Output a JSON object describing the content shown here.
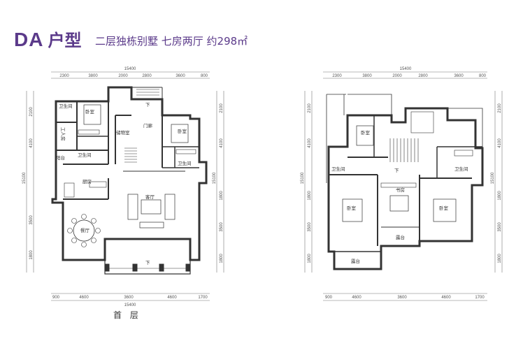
{
  "header": {
    "plan_code": "DA",
    "plan_type": "户型",
    "description": "二层独栋别墅 七房两厅 约298㎡"
  },
  "first_floor": {
    "label": "首 层",
    "top_total": "15400",
    "top_dims": [
      "2300",
      "3800",
      "2000",
      "2800",
      "3600",
      "800"
    ],
    "bottom_total": "15400",
    "bottom_dims": [
      "900",
      "4600",
      "3600",
      "4600",
      "1700"
    ],
    "left_dims": [
      "2100",
      "4100",
      "3500",
      "1800"
    ],
    "left_total": "15100",
    "right_dims": [
      "2100",
      "4100",
      "1800",
      "3500",
      "1800"
    ],
    "right_total": "15100",
    "rooms": {
      "wc_top": "卫生间",
      "bedroom_nw": "卧室",
      "worker_room": "工人房",
      "storage": "储物室",
      "down_stair": "下",
      "foyer": "门廊",
      "bedroom_ne": "卧室",
      "balcony": "阳台",
      "wc_mid": "卫生间",
      "wc_ne": "卫生间",
      "kitchen": "厨房",
      "living": "客厅",
      "dining": "餐厅",
      "down_porch": "下"
    }
  },
  "second_floor": {
    "top_total": "15400",
    "top_dims": [
      "2300",
      "3800",
      "2000",
      "2800",
      "3600",
      "800"
    ],
    "bottom_dims": [
      "900",
      "4600",
      "3600",
      "4600",
      "1700"
    ],
    "left_dims": [
      "2100",
      "4100",
      "1800",
      "3500",
      "1800"
    ],
    "left_total": "15100",
    "right_dims": [
      "2100",
      "4100",
      "1800",
      "3500",
      "1800"
    ],
    "right_total": "15100",
    "rooms": {
      "bedroom_n": "卧室",
      "wc_w": "卫生间",
      "down_stair": "下",
      "wc_e": "卫生间",
      "study": "书房",
      "bedroom_sw": "卧室",
      "bedroom_se": "卧室",
      "terrace_mid": "露台",
      "terrace_sw": "露台"
    }
  },
  "colors": {
    "accent": "#5b3a8a",
    "wall": "#333333",
    "dim": "#777777"
  }
}
